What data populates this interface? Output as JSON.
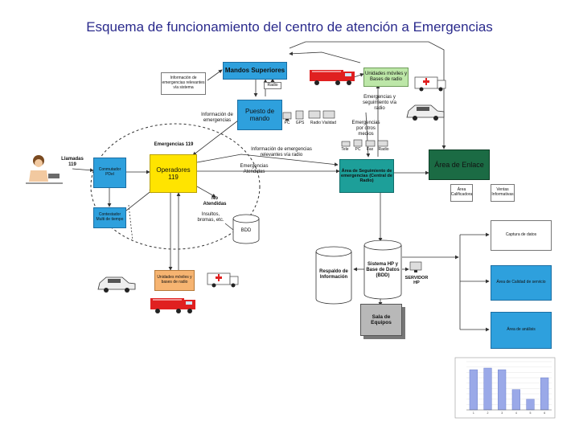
{
  "title": "Esquema de funcionamiento del centro de atención a Emergencias",
  "nodes": {
    "mandos": "Mandos Superiores",
    "info_relevante": "Información de emergencias relevantes vía sistema",
    "radio": "Radio",
    "unidades_bases": "Unidades móviles y Bases de radio",
    "emerg_seguimiento": "Emergencias y seguimiento vía radio",
    "puesto_mando": "Puesto de mando",
    "info_emergencias": "Información de emergencias",
    "pc": "PC",
    "gps": "GPS",
    "radio_vialidad": "Radio Vialidad",
    "emerg_otros": "Emergencias por otros medios",
    "tel": "Tele",
    "pc2": "PC",
    "fax": "Fax",
    "radio2": "Radio",
    "emergencias_119": "Emergencias 119",
    "llamadas": "Llamadas 119",
    "conmutador": "Conmutador PDel",
    "operadores": "Operadores 119",
    "info_relevante_radio": "Información de emergencias relevantes vía radio",
    "emerg_atendidas": "Emergencias Atendidas",
    "area_seguimiento": "Área de Seguimiento de emergencias (Central de Radio)",
    "area_enlace": "Área de Enlace",
    "area_calificadora": "Área Calificadora",
    "ventas": "Ventas Informativas",
    "no_atendidas": "No Atendidas",
    "insultos": "Insultos, bromas, etc.",
    "bdd": "BDD",
    "contestador": "Contestador Multi de tiempo",
    "unidades_moviles": "Unidades móviles y bases de radio",
    "respaldo": "Respaldo de Información",
    "sistema": "Sistema HP y Base de Datos (BDD)",
    "servidor": "SERVIDOR HP",
    "sala": "Sala de Equipos",
    "captura": "Captura de datos",
    "calidad": "Área de Calidad de servicio",
    "analisis": "Área de análisis"
  },
  "icons": {
    "fire_truck": "fire-truck-icon",
    "ambulance": "ambulance-icon",
    "police_car": "police-car-icon",
    "operator": "operator-icon"
  },
  "colors": {
    "blue": "#2ea0dd",
    "yellow": "#ffe400",
    "teal": "#1d9f99",
    "green": "#bde7a8",
    "orange": "#f6b471",
    "grey": "#b8b8b8",
    "title": "#2a2a8c",
    "dark_green": "#1b6b44"
  },
  "chart_data": {
    "type": "bar",
    "categories": [
      "1",
      "2",
      "3",
      "4",
      "5",
      "6"
    ],
    "values": [
      75,
      78,
      75,
      38,
      20,
      60
    ],
    "ylim": [
      0,
      90
    ],
    "grid": true
  }
}
